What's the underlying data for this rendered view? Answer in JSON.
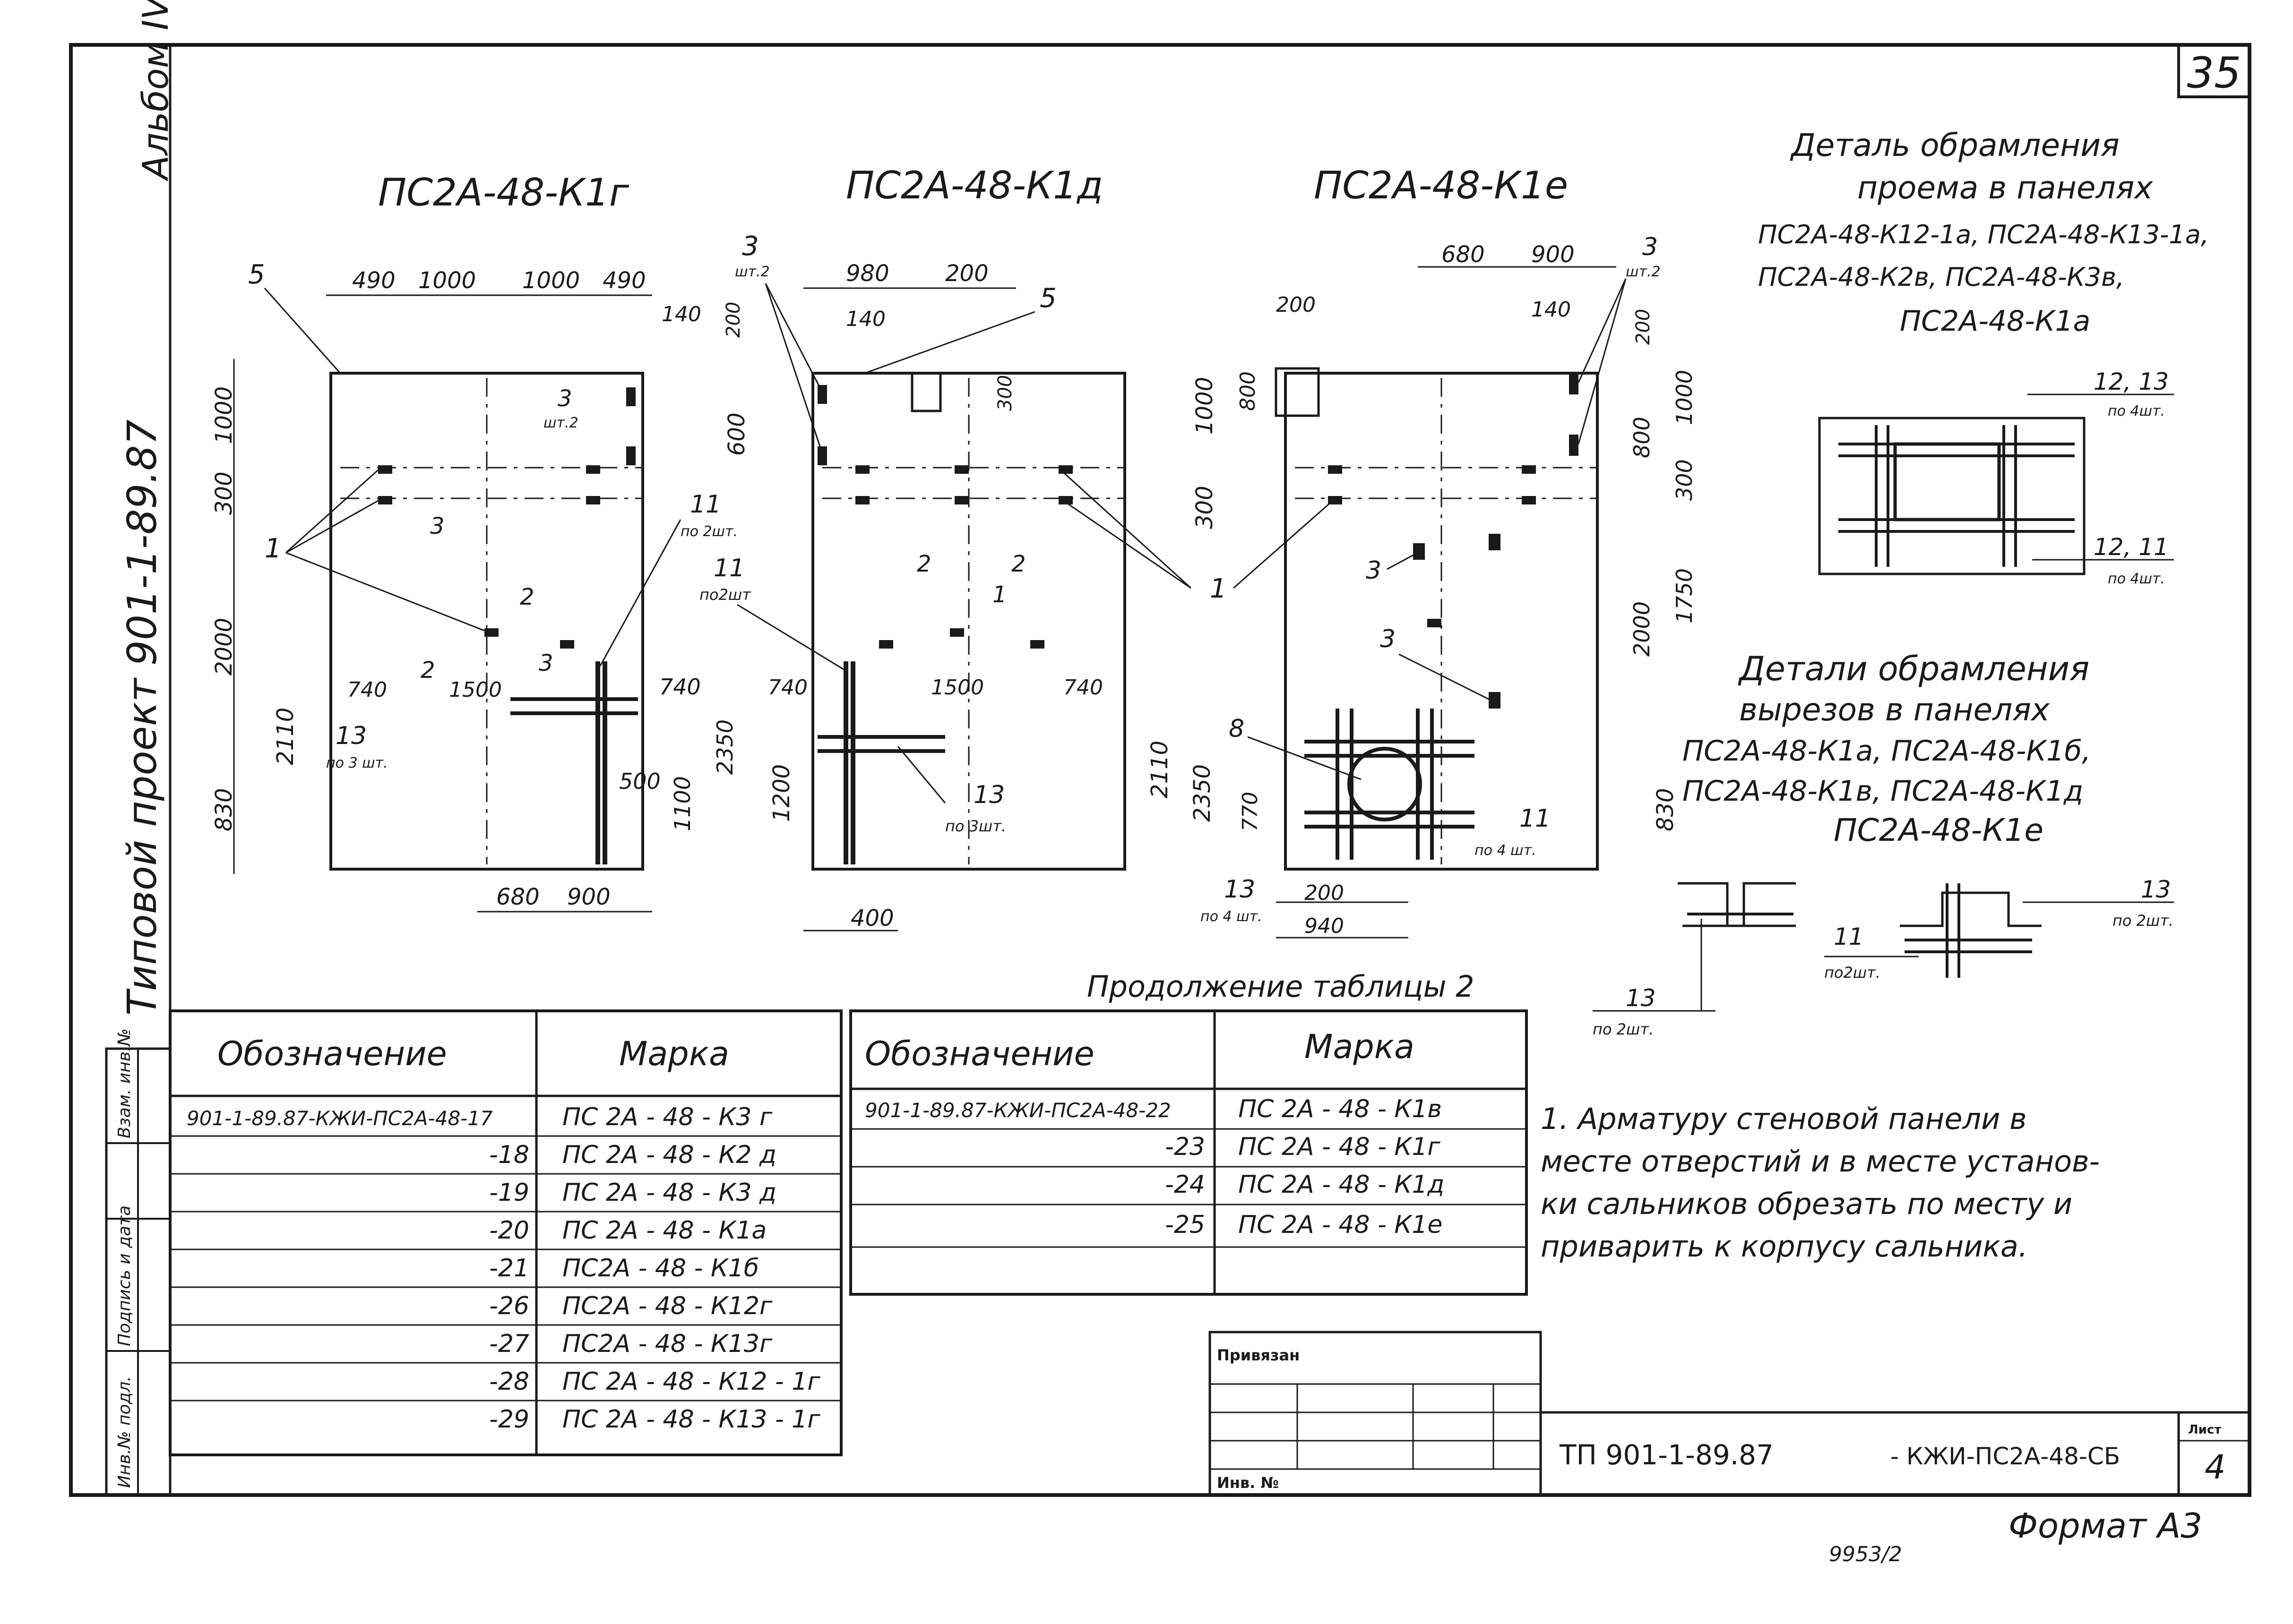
{
  "sheet": {
    "page_number": "35",
    "album_label": "Альбом IV",
    "project_label": "Типовой проект 901-1-89.87",
    "format_label": "Формат А3",
    "archive_number": "9953/2"
  },
  "panels": [
    {
      "title": "ПС2А-48-К1г",
      "dims_top": [
        "490",
        "1000",
        "1000",
        "490"
      ],
      "dims_left": [
        "1000",
        "300",
        "2000",
        "2110",
        "830"
      ],
      "dims_right": [
        "740",
        "2350",
        "1100",
        "500"
      ],
      "dims_bottom": [
        "680",
        "900"
      ],
      "dims_inner": [
        "740",
        "1500",
        "140",
        "200"
      ],
      "callouts": [
        "5",
        "3",
        "шт.2",
        "3",
        "2",
        "1",
        "2",
        "11",
        "по 2шт.",
        "13",
        "по 3 шт.",
        "3"
      ]
    },
    {
      "title": "ПС2А-48-К1д",
      "dims_top": [
        "980",
        "200",
        "140"
      ],
      "dims_left": [
        "600",
        "1200"
      ],
      "dims_right": [
        "1000",
        "300",
        "2110",
        "2350"
      ],
      "dims_bottom": [
        "400"
      ],
      "dims_inner": [
        "740",
        "1500",
        "740",
        "300"
      ],
      "callouts": [
        "3",
        "шт.2",
        "5",
        "11",
        "по2шт",
        "2",
        "2",
        "1",
        "13",
        "по 3шт."
      ]
    },
    {
      "title": "ПС2А-48-К1е",
      "dims_top": [
        "680",
        "900",
        "200",
        "140"
      ],
      "dims_left": [
        "800",
        "770",
        "830"
      ],
      "dims_right": [
        "1000",
        "300",
        "1750",
        "2000",
        "800",
        "200"
      ],
      "dims_bottom": [
        "200",
        "940"
      ],
      "dims_inner": [],
      "callouts": [
        "3",
        "шт.2",
        "1",
        "3",
        "3",
        "8",
        "11",
        "по 4 шт.",
        "13",
        "по 4 шт."
      ]
    }
  ],
  "detail_opening": {
    "title_lines": [
      "Деталь обрамления",
      "проема в панелях",
      "ПС2А-48-К12-1а, ПС2А-48-К13-1а,",
      "ПС2А-48-К2в, ПС2А-48-К3в,",
      "ПС2А-48-К1а"
    ],
    "label_top": "12, 13",
    "label_top_qty": "по 4шт.",
    "label_bottom": "12, 11",
    "label_bottom_qty": "по 4шт."
  },
  "detail_cutouts": {
    "title_lines": [
      "Детали обрамления",
      "вырезов в панелях",
      "ПС2А-48-К1а, ПС2А-48-К1б,",
      "ПС2А-48-К1в, ПС2А-48-К1д",
      "ПС2А-48-К1е"
    ],
    "label_13a": "13",
    "label_13a_qty": "по 2шт.",
    "label_11": "11",
    "label_11_qty": "по2шт.",
    "label_13b": "13",
    "label_13b_qty": "по 2шт."
  },
  "table_caption": "Продолжение таблицы 2",
  "table_left": {
    "headers": [
      "Обозначение",
      "Марка"
    ],
    "rows": [
      [
        "901-1-89.87-КЖИ-ПС2А-48-17",
        "ПС 2А - 48 - К3 г"
      ],
      [
        "-18",
        "ПС 2А - 48 - К2 д"
      ],
      [
        "-19",
        "ПС 2А - 48 - К3 д"
      ],
      [
        "-20",
        "ПС 2А - 48 - К1а"
      ],
      [
        "-21",
        "ПС2А - 48 - К1б"
      ],
      [
        "-26",
        "ПС2А - 48 - К12г"
      ],
      [
        "-27",
        "ПС2А - 48 - К13г"
      ],
      [
        "-28",
        "ПС 2А - 48 - К12 - 1г"
      ],
      [
        "-29",
        "ПС 2А - 48 - К13 - 1г"
      ]
    ]
  },
  "table_right": {
    "headers": [
      "Обозначение",
      "Марка"
    ],
    "rows": [
      [
        "901-1-89.87-КЖИ-ПС2А-48-22",
        "ПС 2А - 48 - К1в"
      ],
      [
        "-23",
        "ПС 2А - 48 - К1г"
      ],
      [
        "-24",
        "ПС 2А - 48 - К1д"
      ],
      [
        "-25",
        "ПС 2А - 48 - К1е"
      ]
    ]
  },
  "note": {
    "lines": [
      "1. Арматуру стеновой панели в",
      "месте отверстий и в месте установ-",
      "ки сальников обрезать по месту и",
      "приварить к корпусу сальника."
    ]
  },
  "title_block": {
    "bound_label": "Привязан",
    "inv_label": "Инв. №",
    "doc_code": "ТП 901-1-89.87",
    "doc_mark": "- КЖИ-ПС2А-48-СБ",
    "sheet_label": "Лист",
    "sheet_number": "4"
  },
  "side_stamp": [
    "Взам. инв.№",
    "Подпись и дата",
    "Инв.№ подл."
  ]
}
